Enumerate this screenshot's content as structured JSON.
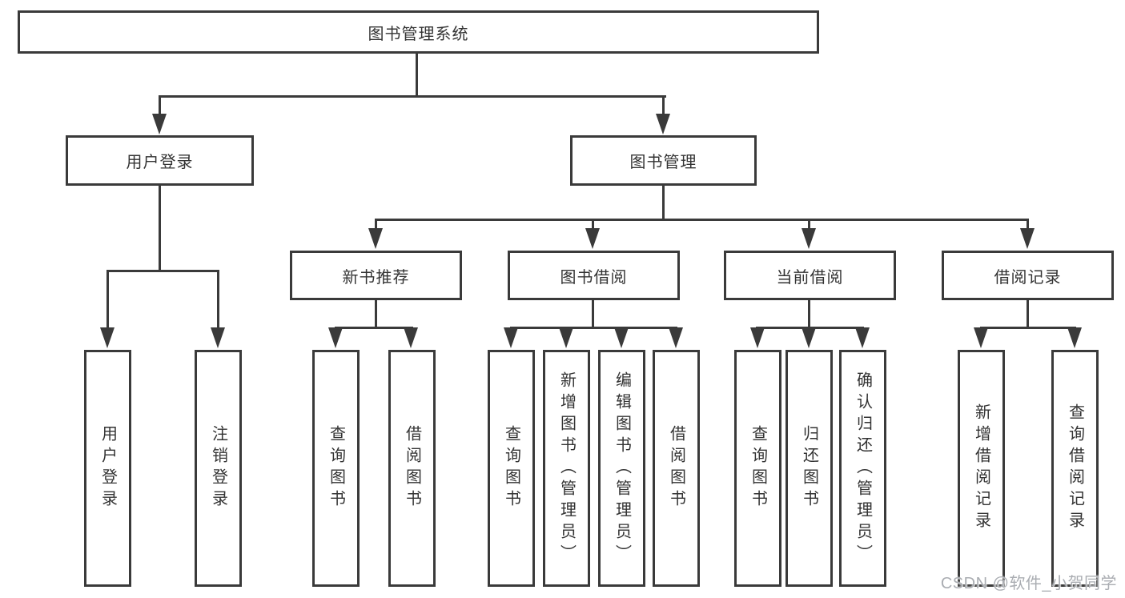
{
  "diagram": {
    "root": "图书管理系统",
    "user_branch": {
      "label": "用户登录",
      "children": [
        "用户登录",
        "注销登录"
      ]
    },
    "book_branch": {
      "label": "图书管理",
      "sections": [
        {
          "label": "新书推荐",
          "children": [
            "查询图书",
            "借阅图书"
          ]
        },
        {
          "label": "图书借阅",
          "children": [
            "查询图书",
            "新增图书（管理员）",
            "编辑图书（管理员）",
            "借阅图书"
          ]
        },
        {
          "label": "当前借阅",
          "children": [
            "查询图书",
            "归还图书",
            "确认归还（管理员）"
          ]
        },
        {
          "label": "借阅记录",
          "children": [
            "新增借阅记录",
            "查询借阅记录"
          ]
        }
      ]
    }
  },
  "watermark": {
    "text": "CSDN @软件_小贺同学"
  },
  "colors": {
    "line": "#3a3a3a",
    "text": "#333333",
    "watermark": "#aaadb2",
    "background": "#ffffff"
  }
}
